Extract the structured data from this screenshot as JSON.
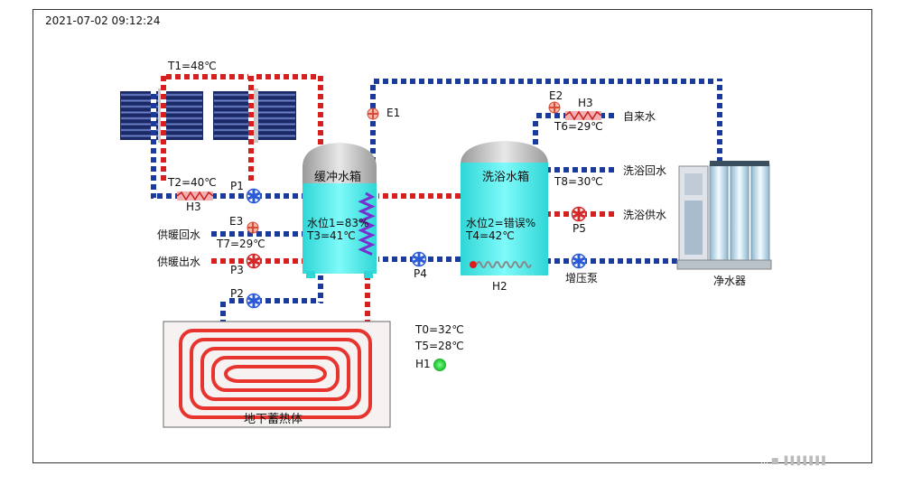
{
  "timestamp": "2021-07-02 09:12:24",
  "sensors": {
    "t1": "T1=48℃",
    "t2": "T2=40℃",
    "t3": "T3=41℃",
    "t4": "T4=42℃",
    "t6": "T6=29℃",
    "t7": "T7=29℃",
    "t8": "T8=30℃",
    "t0": "T0=32℃",
    "t5": "T5=28℃"
  },
  "tanks": {
    "buffer": {
      "title": "缓冲水箱",
      "level": "水位1=83%"
    },
    "bath": {
      "title": "洗浴水箱",
      "level": "水位2=错误%"
    }
  },
  "heaters": {
    "h1": "H1",
    "h2": "H2",
    "h3_left": "H3",
    "h3_right": "H3"
  },
  "pumps": {
    "p1": "P1",
    "p2": "P2",
    "p3": "P3",
    "p4": "P4",
    "p5": "P5",
    "booster": "增压泵"
  },
  "valves": {
    "e1": "E1",
    "e2": "E2",
    "e3": "E3"
  },
  "pipes": {
    "heating_return": "供暖回水",
    "heating_supply": "供暖出水",
    "tap_water": "自来水",
    "bath_return": "洗浴回水",
    "bath_supply": "洗浴供水"
  },
  "purifier": "净水器",
  "floor_storage": "地下蓄热体",
  "watermark": "… ■ ▐▐▐▐▐▐▐",
  "colors": {
    "hot": "#d62020",
    "cold": "#1a3b9c",
    "tank": "#5ef0f0",
    "tank_top": "#d8d8d8",
    "pump_blue": "#2a5ad8",
    "pump_red": "#d42828",
    "h1_status": "#22cc33"
  }
}
